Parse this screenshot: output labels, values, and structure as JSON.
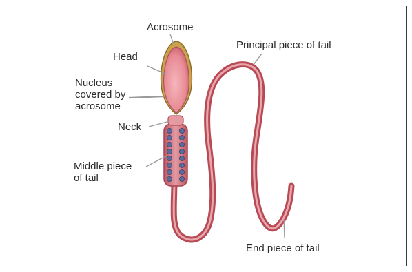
{
  "labels": {
    "acrosome": "Acrosome",
    "head": "Head",
    "nucleus": "Nucleus\ncovered by\nacrosome",
    "neck": "Neck",
    "middle_piece": "Middle piece\nof tail",
    "principal_piece": "Principal piece of tail",
    "end_piece": "End piece of tail"
  },
  "colors": {
    "tail": "#b84a55",
    "tail_light": "#e8a7ad",
    "head": "#e88b95",
    "acrosome_cap": "#c9a24b",
    "mitochondria": "#5d6a97",
    "leader": "#9a9a9a"
  }
}
